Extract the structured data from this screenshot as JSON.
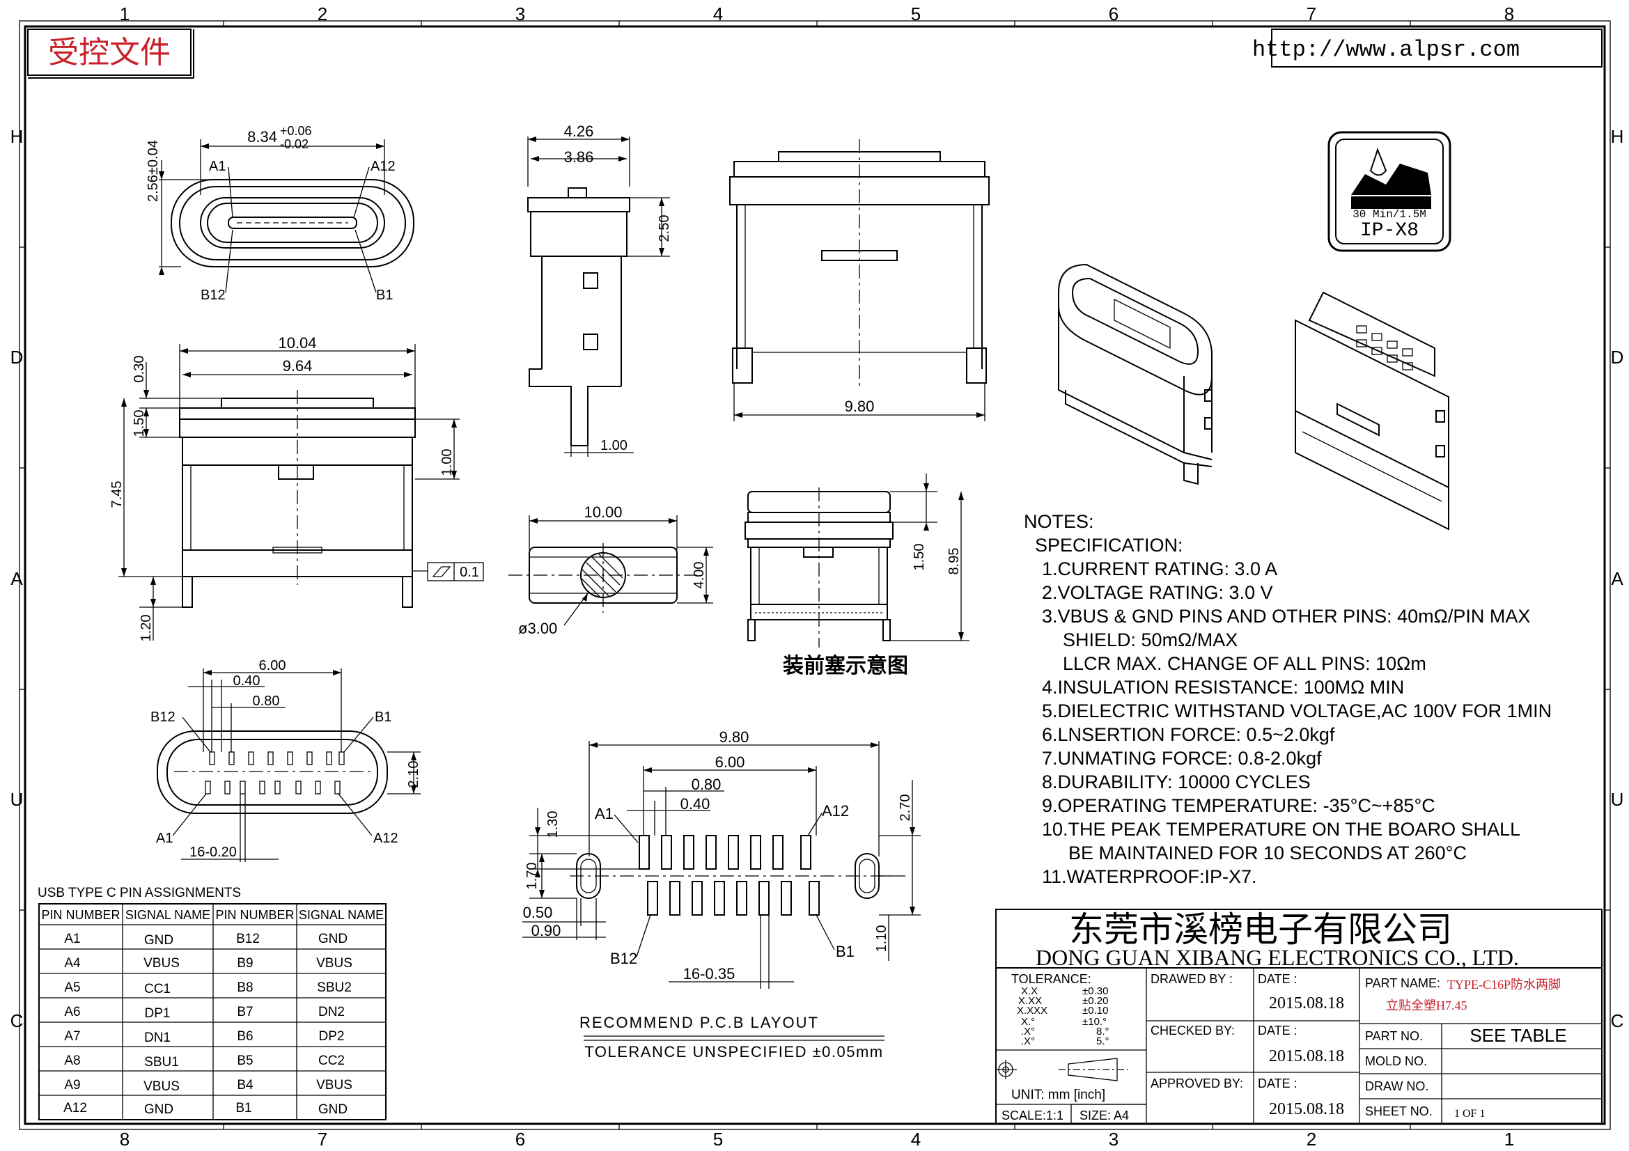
{
  "frame": {
    "top_zones": [
      "1",
      "2",
      "3",
      "4",
      "5",
      "6",
      "7",
      "8"
    ],
    "bottom_zones": [
      "8",
      "7",
      "6",
      "5",
      "4",
      "3",
      "2",
      "1"
    ],
    "side_zones": [
      "H",
      "D",
      "A",
      "U",
      "C"
    ]
  },
  "header": {
    "stamp": "受控文件",
    "url": "http://www.alpsr.com"
  },
  "rating_badge": {
    "line1": "30 Min/1.5M",
    "line2": "IP-X8"
  },
  "front_view": {
    "width": "8.34",
    "tol_plus": "+0.06",
    "tol_minus": "-0.02",
    "height": "2.56±0.04",
    "pin_a1": "A1",
    "pin_a12": "A12",
    "pin_b12": "B12",
    "pin_b1": "B1"
  },
  "side_view": {
    "outer_width": "4.26",
    "inner_width": "3.86",
    "height": "2.50",
    "tail": "1.00"
  },
  "top_view": {
    "width": "9.80"
  },
  "elevation_view": {
    "overall_width": "10.04",
    "flange_width": "9.64",
    "top_gap": "0.30",
    "flange_height": "1.50",
    "notch": "1.00",
    "body_height": "7.45",
    "leg": "1.20",
    "flatness_value": "0.1"
  },
  "plug_view": {
    "width": "10.00",
    "height": "4.00",
    "diameter": "ø3.00"
  },
  "assembled_view": {
    "flange": "1.50",
    "overall": "8.95",
    "caption": "装前塞示意图"
  },
  "pin_face": {
    "span": "6.00",
    "pitch_a": "0.40",
    "pitch_b": "0.80",
    "row_gap": "2.10",
    "pin_width": "16-0.20",
    "label_b12": "B12",
    "label_b1": "B1",
    "label_a1": "A1",
    "label_a12": "A12"
  },
  "pcb_layout": {
    "overall": "9.80",
    "pin_span": "6.00",
    "pitch_b": "0.80",
    "pitch_a": "0.40",
    "row_height": "1.30",
    "slot_height": "1.70",
    "slot_width": "0.50",
    "slot_outer": "0.90",
    "row_span": "2.70",
    "bottom_row": "1.10",
    "pad_width": "16-0.35",
    "label_a1": "A1",
    "label_a12": "A12",
    "label_b12": "B12",
    "label_b1": "B1",
    "title": "RECOMMEND P.C.B LAYOUT",
    "tolerance": "TOLERANCE UNSPECIFIED ±0.05mm"
  },
  "notes": {
    "heading": "NOTES:",
    "subheading": "SPECIFICATION:",
    "lines": [
      "1.CURRENT RATING: 3.0 A",
      "2.VOLTAGE RATING: 3.0 V",
      "3.VBUS & GND PINS AND OTHER PINS: 40mΩ/PIN MAX",
      "SHIELD: 50mΩ/MAX",
      "LLCR MAX. CHANGE OF ALL PINS: 10Ωm",
      "4.INSULATION RESISTANCE:  100MΩ MIN",
      "5.DIELECTRIC WITHSTAND VOLTAGE,AC 100V FOR 1MIN",
      "6.LNSERTION FORCE: 0.5~2.0kgf",
      "7.UNMATING FORCE: 0.8-2.0kgf",
      "8.DURABILITY: 10000 CYCLES",
      "9.OPERATING TEMPERATURE: -35°C~+85°C",
      "10.THE PEAK TEMPERATURE ON THE BOARO SHALL",
      "BE MAINTAINED FOR 10 SECONDS AT 260°C",
      "11.WATERPROOF:IP-X7."
    ]
  },
  "pin_table": {
    "title": "USB TYPE C PIN ASSIGNMENTS",
    "headers": [
      "PIN NUMBER",
      "SIGNAL NAME",
      "PIN NUMBER",
      "SIGNAL NAME"
    ],
    "rows": [
      [
        "A1",
        "GND",
        "B12",
        "GND"
      ],
      [
        "A4",
        "VBUS",
        "B9",
        "VBUS"
      ],
      [
        "A5",
        "CC1",
        "B8",
        "SBU2"
      ],
      [
        "A6",
        "DP1",
        "B7",
        "DN2"
      ],
      [
        "A7",
        "DN1",
        "B6",
        "DP2"
      ],
      [
        "A8",
        "SBU1",
        "B5",
        "CC2"
      ],
      [
        "A9",
        "VBUS",
        "B4",
        "VBUS"
      ],
      [
        "A12",
        "GND",
        "B1",
        "GND"
      ]
    ]
  },
  "title_block": {
    "company_cn": "东莞市溪榜电子有限公司",
    "company_en": "DONG GUAN XIBANG ELECTRONICS CO., LTD.",
    "tolerance_label": "TOLERANCE:",
    "tolerance_rows": [
      [
        "X.X",
        "±0.30"
      ],
      [
        "X.XX",
        "±0.20"
      ],
      [
        "X.XXX",
        "±0.10"
      ],
      [
        "X.°",
        "±10.°"
      ],
      [
        ".X°",
        "8.°"
      ],
      [
        ".X°",
        "5.°"
      ]
    ],
    "unit": "UNIT:  mm  [inch]",
    "scale": "SCALE:1:1",
    "size": "SIZE:  A4",
    "drawn_by": "DRAWED BY :",
    "checked_by": "CHECKED BY:",
    "approved_by": "APPROVED BY:",
    "date_label": "DATE :",
    "date_value": "2015.08.18",
    "part_name_label": "PART NAME:",
    "part_name_line1": "TYPE-C16P防水两脚",
    "part_name_line2": "立贴全塑H7.45",
    "part_no_label": "PART NO.",
    "part_no_value": "SEE TABLE",
    "mold_no_label": "MOLD NO.",
    "draw_no_label": "DRAW NO.",
    "sheet_no_label": "SHEET NO.",
    "sheet_no_value": "1 OF 1"
  },
  "colors": {
    "ink": "#000000",
    "stamp_red": "#c8202a"
  }
}
